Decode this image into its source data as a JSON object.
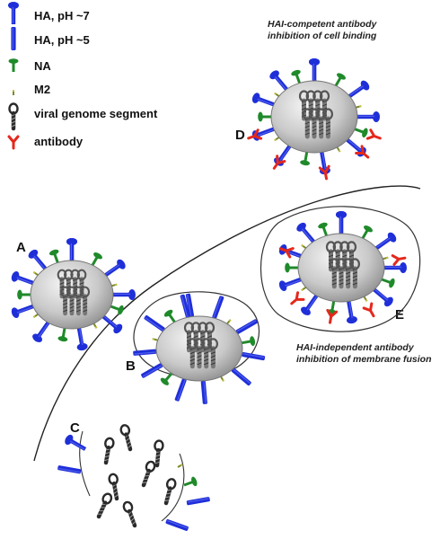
{
  "legend": {
    "ha_ph7": "HA, pH ~7",
    "ha_ph5": "HA, pH ~5",
    "na": "NA",
    "m2": "M2",
    "genome": "viral genome segment",
    "antibody": "antibody"
  },
  "captions": {
    "d_line1": "HAI-competent antibody",
    "d_line2": "inhibition of cell binding",
    "e_line1": "HAI-independent antibody",
    "e_line2": "inhibition of membrane fusion"
  },
  "panels": {
    "a": "A",
    "b": "B",
    "c": "C",
    "d": "D",
    "e": "E"
  },
  "colors": {
    "ha": "#1f2fd8",
    "na": "#1f8a2a",
    "antibody": "#e5281c",
    "virion_fill": "#c8c8c8",
    "genome": "#333333"
  }
}
